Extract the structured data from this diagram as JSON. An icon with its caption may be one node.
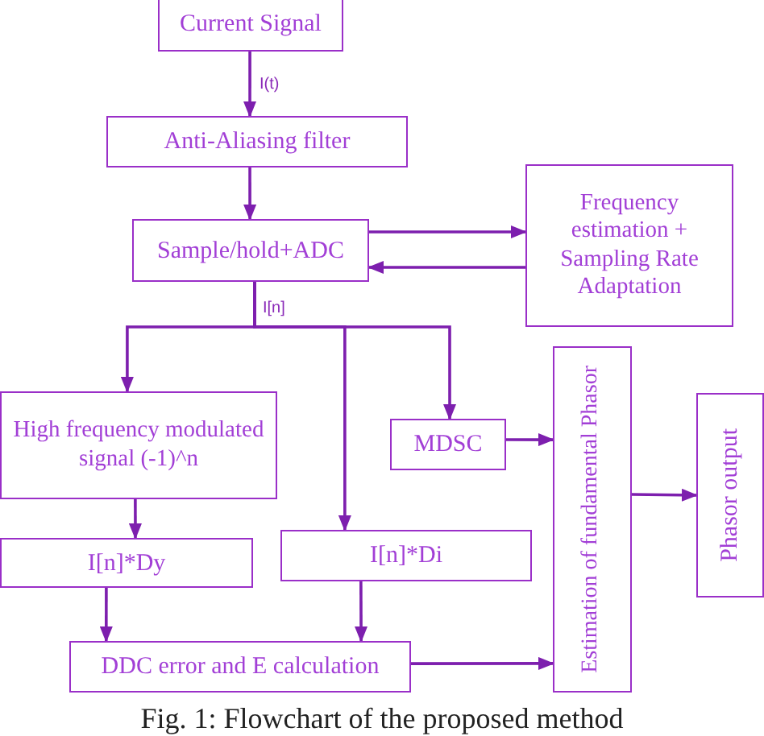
{
  "diagram": {
    "caption": "Fig. 1: Flowchart of the proposed method",
    "nodes": [
      {
        "text": [
          "Current Signal"
        ]
      },
      {
        "text": [
          "Anti-Aliasing filter"
        ]
      },
      {
        "text": [
          "Sample/hold+ADC"
        ]
      },
      {
        "text": [
          "Frequency estimation + Sampling Rate Adaptation"
        ]
      },
      {
        "text": [
          "High frequency modulated signal (-1)^n"
        ]
      },
      {
        "text": [
          "MDSC"
        ]
      },
      {
        "text": [
          "Estimation of fundamental Phasor"
        ]
      },
      {
        "text": [
          "Phasor output"
        ]
      },
      {
        "text": [
          "I[n]*Dy"
        ]
      },
      {
        "text": [
          "I[n]*Di"
        ]
      },
      {
        "text": [
          "DDC error and E calculation"
        ]
      }
    ],
    "edges": [
      {
        "from": 0,
        "to": 1,
        "arrow": "to",
        "label": "I(t)"
      },
      {
        "from": 1,
        "to": 2,
        "arrow": "to"
      },
      {
        "from": 2,
        "to": 3,
        "arrow": "to"
      },
      {
        "from": 3,
        "to": 2,
        "arrow": "to"
      },
      {
        "from": 2,
        "to": 4,
        "arrow": "to",
        "label": "I[n]"
      },
      {
        "from": 2,
        "to": 9,
        "arrow": "to"
      },
      {
        "from": 2,
        "to": 5,
        "arrow": "to"
      },
      {
        "from": 4,
        "to": 8,
        "arrow": "to"
      },
      {
        "from": 8,
        "to": 10,
        "arrow": "to"
      },
      {
        "from": 9,
        "to": 10,
        "arrow": "to"
      },
      {
        "from": 5,
        "to": 6,
        "arrow": "to"
      },
      {
        "from": 10,
        "to": 6,
        "arrow": "to"
      },
      {
        "from": 6,
        "to": 7,
        "arrow": "to"
      }
    ]
  }
}
